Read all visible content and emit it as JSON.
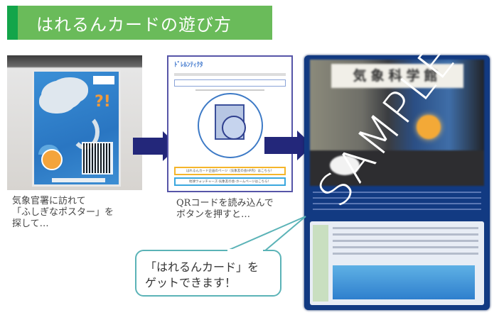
{
  "title": {
    "text": "はれるんカードの遊び方",
    "bg_color": "#6abb5a",
    "accent_color": "#13a54a"
  },
  "steps": [
    {
      "image": "poster-photo",
      "caption": "気象官署に訪れて\n「ふしぎなポスター」を\n探して…"
    },
    {
      "image": "website-screenshot",
      "site": {
        "logo": "ﾄﾞﾚﾙﾝﾃｨｸﾀ",
        "button_1": "はれるんカード企画のページ（気象友の会HP内）はこちら！",
        "button_2": "地球ウォッチャーズ-気象友の会-ホームページはこちら！",
        "button_1_color": "#f5b52a",
        "button_2_color": "#3aa7de"
      },
      "caption": "QRコードを読み込んで\nボタンを押すと…"
    },
    {
      "image": "hareru-card",
      "card": {
        "sign": "気象科学館",
        "watermark": "SAMPLE"
      }
    }
  ],
  "callout": {
    "text": "「はれるんカード」を\nゲットできます！",
    "border_color": "#5bb3b7"
  },
  "arrow_color": "#23277a"
}
